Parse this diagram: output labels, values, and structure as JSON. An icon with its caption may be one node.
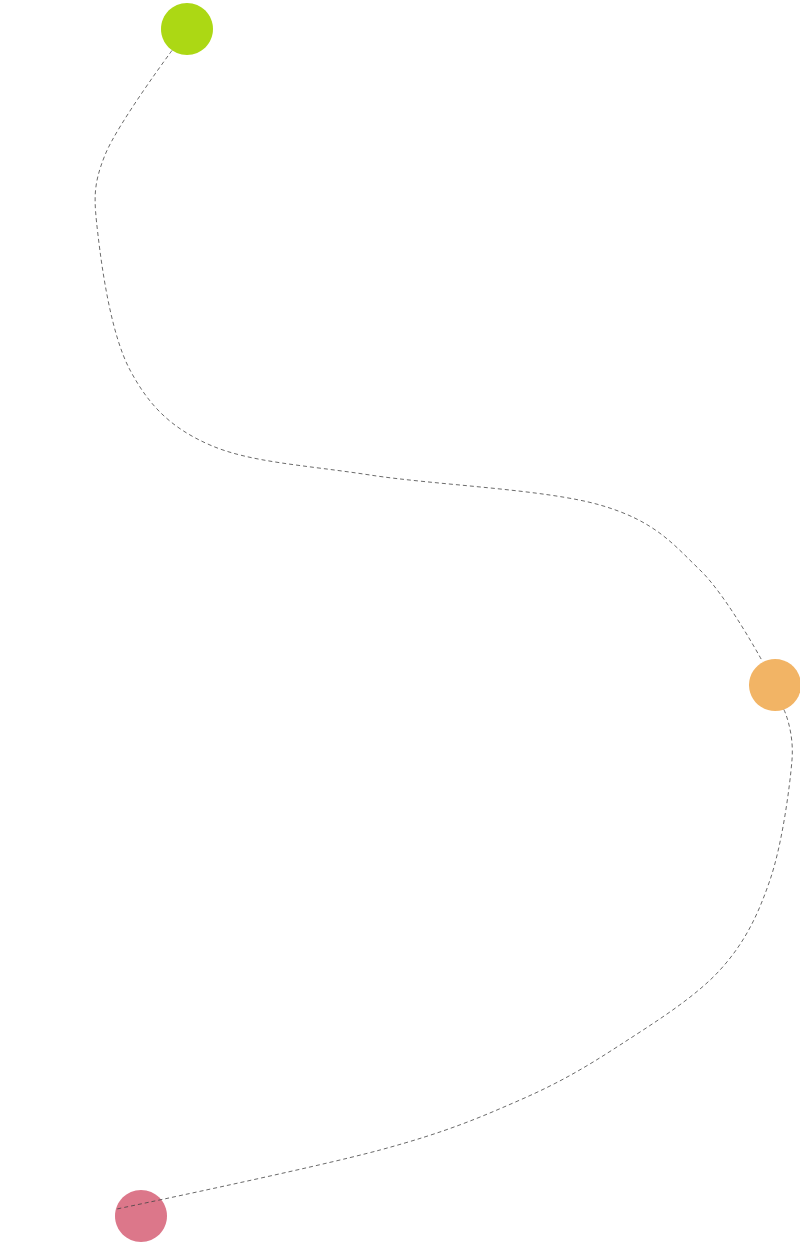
{
  "diagram": {
    "nodes": [
      {
        "text": [],
        "shape": "circle"
      },
      {
        "text": [],
        "shape": "circle"
      },
      {
        "text": [],
        "shape": "circle"
      }
    ],
    "edges": [
      {
        "from": 0,
        "to": 1,
        "arrow": "none",
        "style": "dashed"
      },
      {
        "from": 1,
        "to": 2,
        "arrow": "none",
        "style": "dashed"
      }
    ]
  }
}
